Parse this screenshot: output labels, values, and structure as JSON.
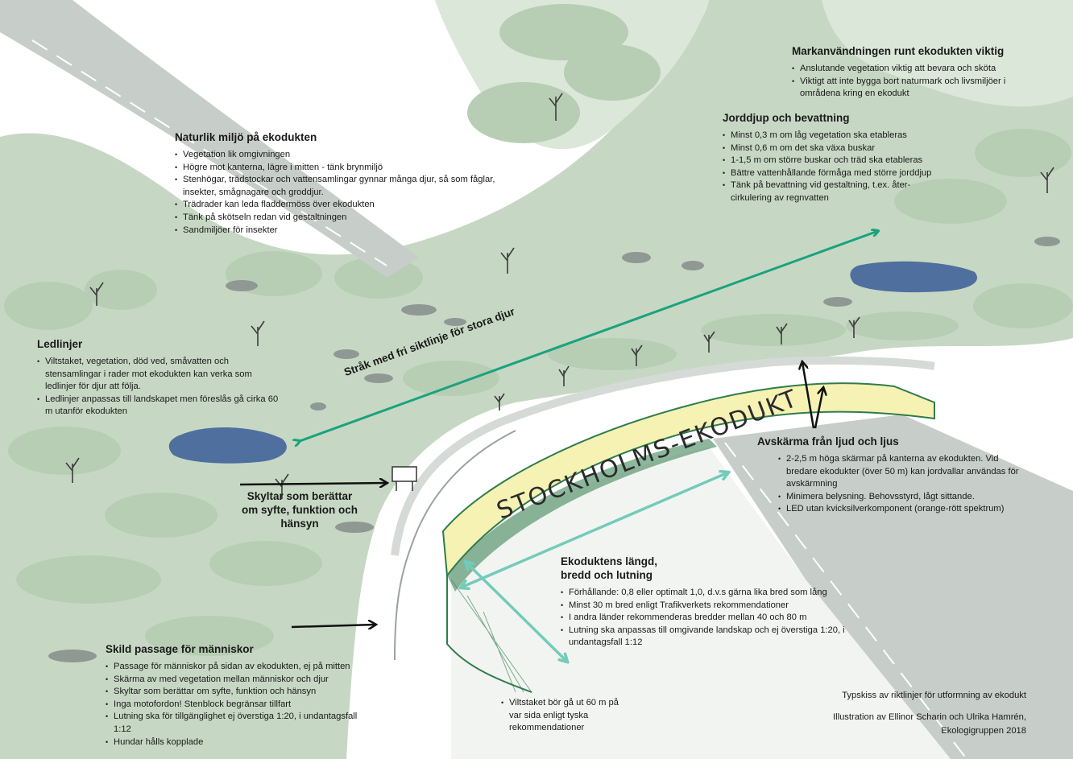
{
  "blocks": {
    "naturlik": {
      "heading": "Naturlik miljö på ekodukten",
      "items": [
        "Vegetation lik omgivningen",
        "Högre mot kanterna, lägre i mitten - tänk brynmiljö",
        "Stenhögar, trädstockar och vattensamlingar gynnar många djur, så som fåglar, insekter, smågnagare och groddjur.",
        "Trädrader kan leda fladdermöss över ekodukten",
        "Tänk på skötseln redan vid gestaltningen",
        "Sandmiljöer för insekter"
      ]
    },
    "markanvandning": {
      "heading": "Markanvändningen runt ekodukten viktig",
      "items": [
        "Anslutande vegetation viktig att bevara och sköta",
        "Viktigt att inte bygga bort naturmark och livsmiljöer i områdena kring en ekodukt"
      ]
    },
    "jorddjup": {
      "heading": "Jorddjup och bevattning",
      "items": [
        "Minst 0,3 m om låg vegetation ska etableras",
        "Minst 0,6 m om det ska växa buskar",
        "1-1,5 m om större buskar och träd ska etableras",
        "Bättre vattenhållande förmåga med större jorddjup",
        "Tänk på bevattning vid gestaltning, t.ex. åter-cirkulering av regnvatten"
      ]
    },
    "ledlinjer": {
      "heading": "Ledlinjer",
      "items": [
        "Viltstaket, vegetation, död ved, småvatten och stensamlingar i rader mot ekodukten kan verka som ledlinjer för djur att följa.",
        "Ledlinjer anpassas till landskapet men föreslås gå cirka 60 m utanför ekodukten"
      ]
    },
    "avskarma": {
      "heading": "Avskärma från ljud och ljus",
      "items": [
        "2-2,5 m höga skärmar på kanterna av ekodukten. Vid bredare ekodukter (över 50 m) kan jordvallar användas för avskärmning",
        "Minimera belysning. Behovsstyrd, lågt sittande.",
        "LED utan kvicksilverkomponent (orange-rött spektrum)"
      ]
    },
    "langd": {
      "heading": "Ekoduktens längd, bredd och lutning",
      "items": [
        "Förhållande: 0,8 eller optimalt 1,0, d.v.s gärna lika bred som lång",
        "Minst 30 m bred enligt Trafikverkets rekommendationer",
        "I andra länder rekommenderas bredder mellan 40 och  80 m",
        "Lutning ska anpassas till omgivande landskap och ej överstiga 1:20, i undantagsfall 1:12"
      ]
    },
    "skild": {
      "heading": "Skild passage för människor",
      "items": [
        "Passage för människor på sidan av ekodukten, ej på mitten",
        "Skärma av med vegetation mellan människor och djur",
        "Skyltar som berättar om syfte, funktion och hänsyn",
        "Inga motofordon! Stenblock begränsar tillfart",
        "Lutning ska för tillgänglighet ej överstiga 1:20, i undantagsfall 1:12",
        "Hundar hålls kopplade"
      ]
    },
    "viltstaket": {
      "items": [
        "Viltstaket bör gå ut 60 m på var sida enligt tyska rekommendationer"
      ]
    }
  },
  "labels": {
    "skyltar": "Skyltar som berättar om syfte, funktion och hänsyn",
    "strak": "Stråk med fri siktlinje för stora djur",
    "bridge_sign": "STOCKHOLMS-EKODUKT"
  },
  "credits": {
    "line1": "Typskiss av riktlinjer för utformning av ekodukt",
    "line2": "Illustration av Ellinor Scharin och Ulrika Hamrén,",
    "line3": "Ekologigruppen 2018"
  },
  "colors": {
    "vegetation": "#c6d8c3",
    "vegetation_light": "#dbe7d8",
    "road": "#c7cdc9",
    "water": "#4f6f9e",
    "arrow_teal": "#1aa27f",
    "arrow_light_teal": "#73cbb9",
    "bridge_yellow": "#f6f2b4",
    "bridge_green": "#2f7c4b"
  }
}
